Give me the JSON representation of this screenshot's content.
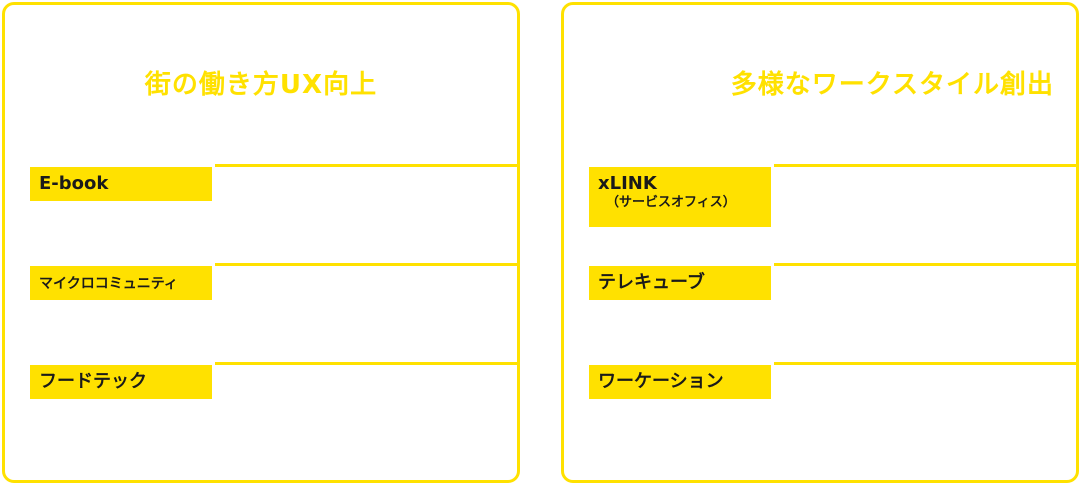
{
  "colors": {
    "accent": "#FFE100",
    "text": "#1a1a1a",
    "background": "#ffffff"
  },
  "left_panel": {
    "title": "街の働き方UX向上",
    "items": [
      {
        "label": "E-book"
      },
      {
        "label": "マイクロコミュニティ"
      },
      {
        "label": "フードテック"
      }
    ]
  },
  "right_panel": {
    "title": "多様なワークスタイル創出",
    "items": [
      {
        "label": "xLINK",
        "sublabel": "（サービスオフィス）"
      },
      {
        "label": "テレキューブ"
      },
      {
        "label": "ワーケーション"
      }
    ]
  }
}
